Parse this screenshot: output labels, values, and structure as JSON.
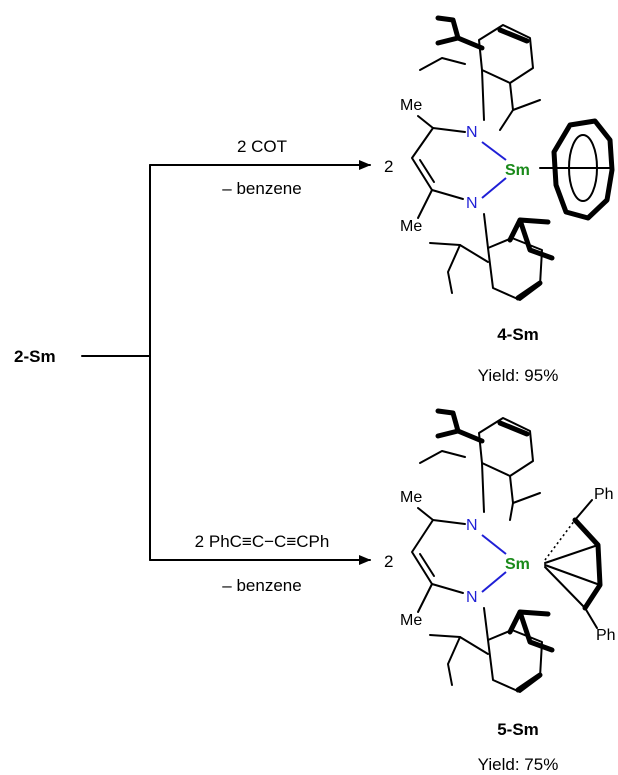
{
  "reactant": {
    "label": "2-Sm"
  },
  "reaction_top": {
    "reagent": "2 COT",
    "byproduct": "– benzene",
    "coefficient": "2",
    "product_label": "4-Sm",
    "yield": "Yield: 95%"
  },
  "reaction_bottom": {
    "reagent": "2 PhC≡C−C≡CPh",
    "byproduct": "– benzene",
    "coefficient": "2",
    "product_label": "5-Sm",
    "yield": "Yield: 75%"
  },
  "atoms": {
    "me": "Me",
    "n": "N",
    "sm": "Sm",
    "ph_top": "Ph",
    "ph_bottom": "Ph"
  },
  "colors": {
    "nitrogen": "#1f1fd6",
    "samarium": "#1a8a1a",
    "bond": "#000000"
  }
}
